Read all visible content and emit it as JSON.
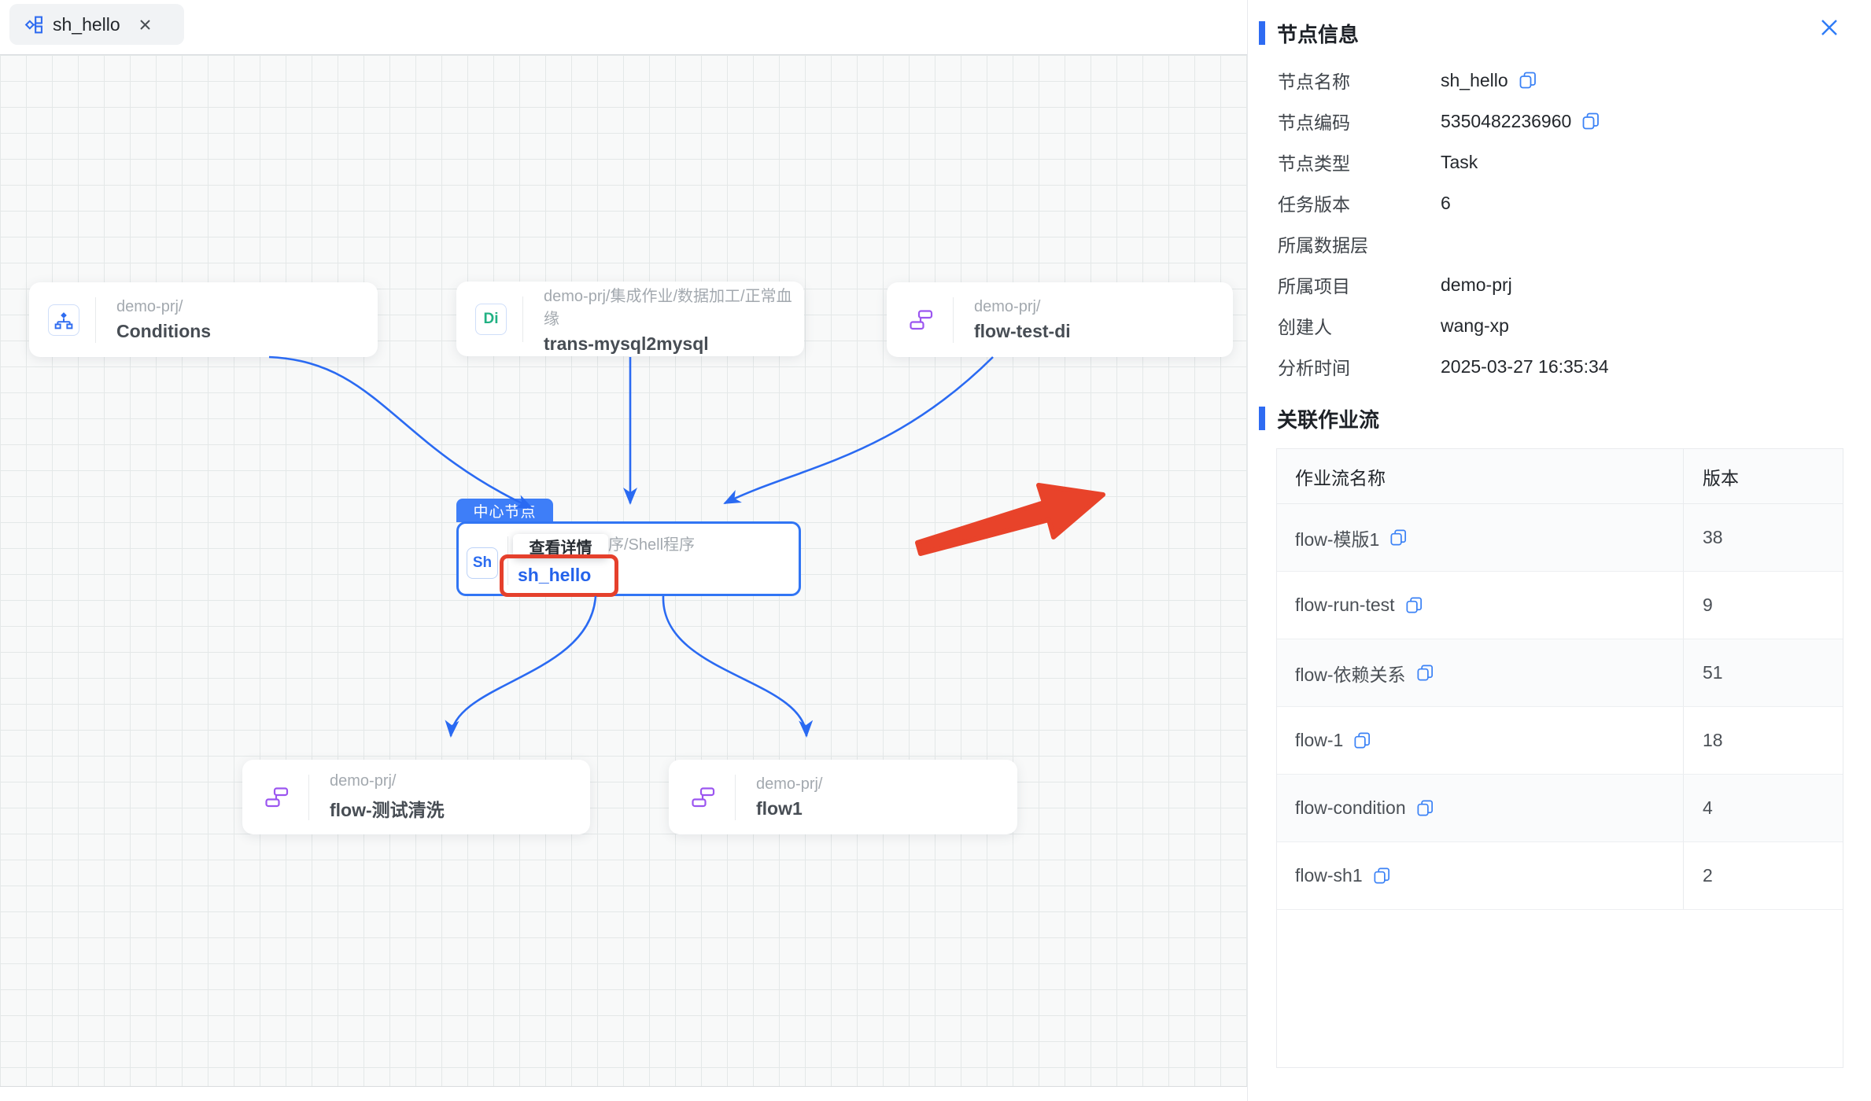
{
  "tab": {
    "title": "sh_hello"
  },
  "canvas": {
    "nodes": {
      "conditions": {
        "path": "demo-prj/",
        "name": "Conditions"
      },
      "trans": {
        "path": "demo-prj/集成作业/数据加工/正常血缘",
        "name": "trans-mysql2mysql",
        "icon_text": "Di"
      },
      "flow_test_di": {
        "path": "demo-prj/",
        "name": "flow-test-di"
      },
      "center": {
        "badge": "中心节点",
        "icon_text": "Sh",
        "path_fragment": "序/Shell程序",
        "name": "sh_hello",
        "tooltip": "查看详情"
      },
      "flow_qingxi": {
        "path": "demo-prj/",
        "name": "flow-测试清洗"
      },
      "flow1": {
        "path": "demo-prj/",
        "name": "flow1"
      }
    }
  },
  "panel": {
    "node_info": {
      "title": "节点信息",
      "fields": [
        {
          "label": "节点名称",
          "value": "sh_hello"
        },
        {
          "label": "节点编码",
          "value": "5350482236960"
        },
        {
          "label": "节点类型",
          "value": "Task"
        },
        {
          "label": "任务版本",
          "value": "6"
        },
        {
          "label": "所属数据层",
          "value": ""
        },
        {
          "label": "所属项目",
          "value": "demo-prj"
        },
        {
          "label": "创建人",
          "value": "wang-xp"
        },
        {
          "label": "分析时间",
          "value": "2025-03-27 16:35:34"
        }
      ]
    },
    "workflows": {
      "title": "关联作业流",
      "headers": [
        "作业流名称",
        "版本"
      ],
      "rows": [
        {
          "name": "flow-模版1",
          "version": "38"
        },
        {
          "name": "flow-run-test",
          "version": "9"
        },
        {
          "name": "flow-依赖关系",
          "version": "51"
        },
        {
          "name": "flow-1",
          "version": "18"
        },
        {
          "name": "flow-condition",
          "version": "4"
        },
        {
          "name": "flow-sh1",
          "version": "2"
        }
      ]
    }
  },
  "colors": {
    "accent_blue": "#2e6bf2",
    "edge_blue": "#2a6af2",
    "badge_blue": "#3e7ef8",
    "annotation_red": "#e8432a",
    "flow_purple": "#9b55f0",
    "di_green": "#21b183"
  }
}
